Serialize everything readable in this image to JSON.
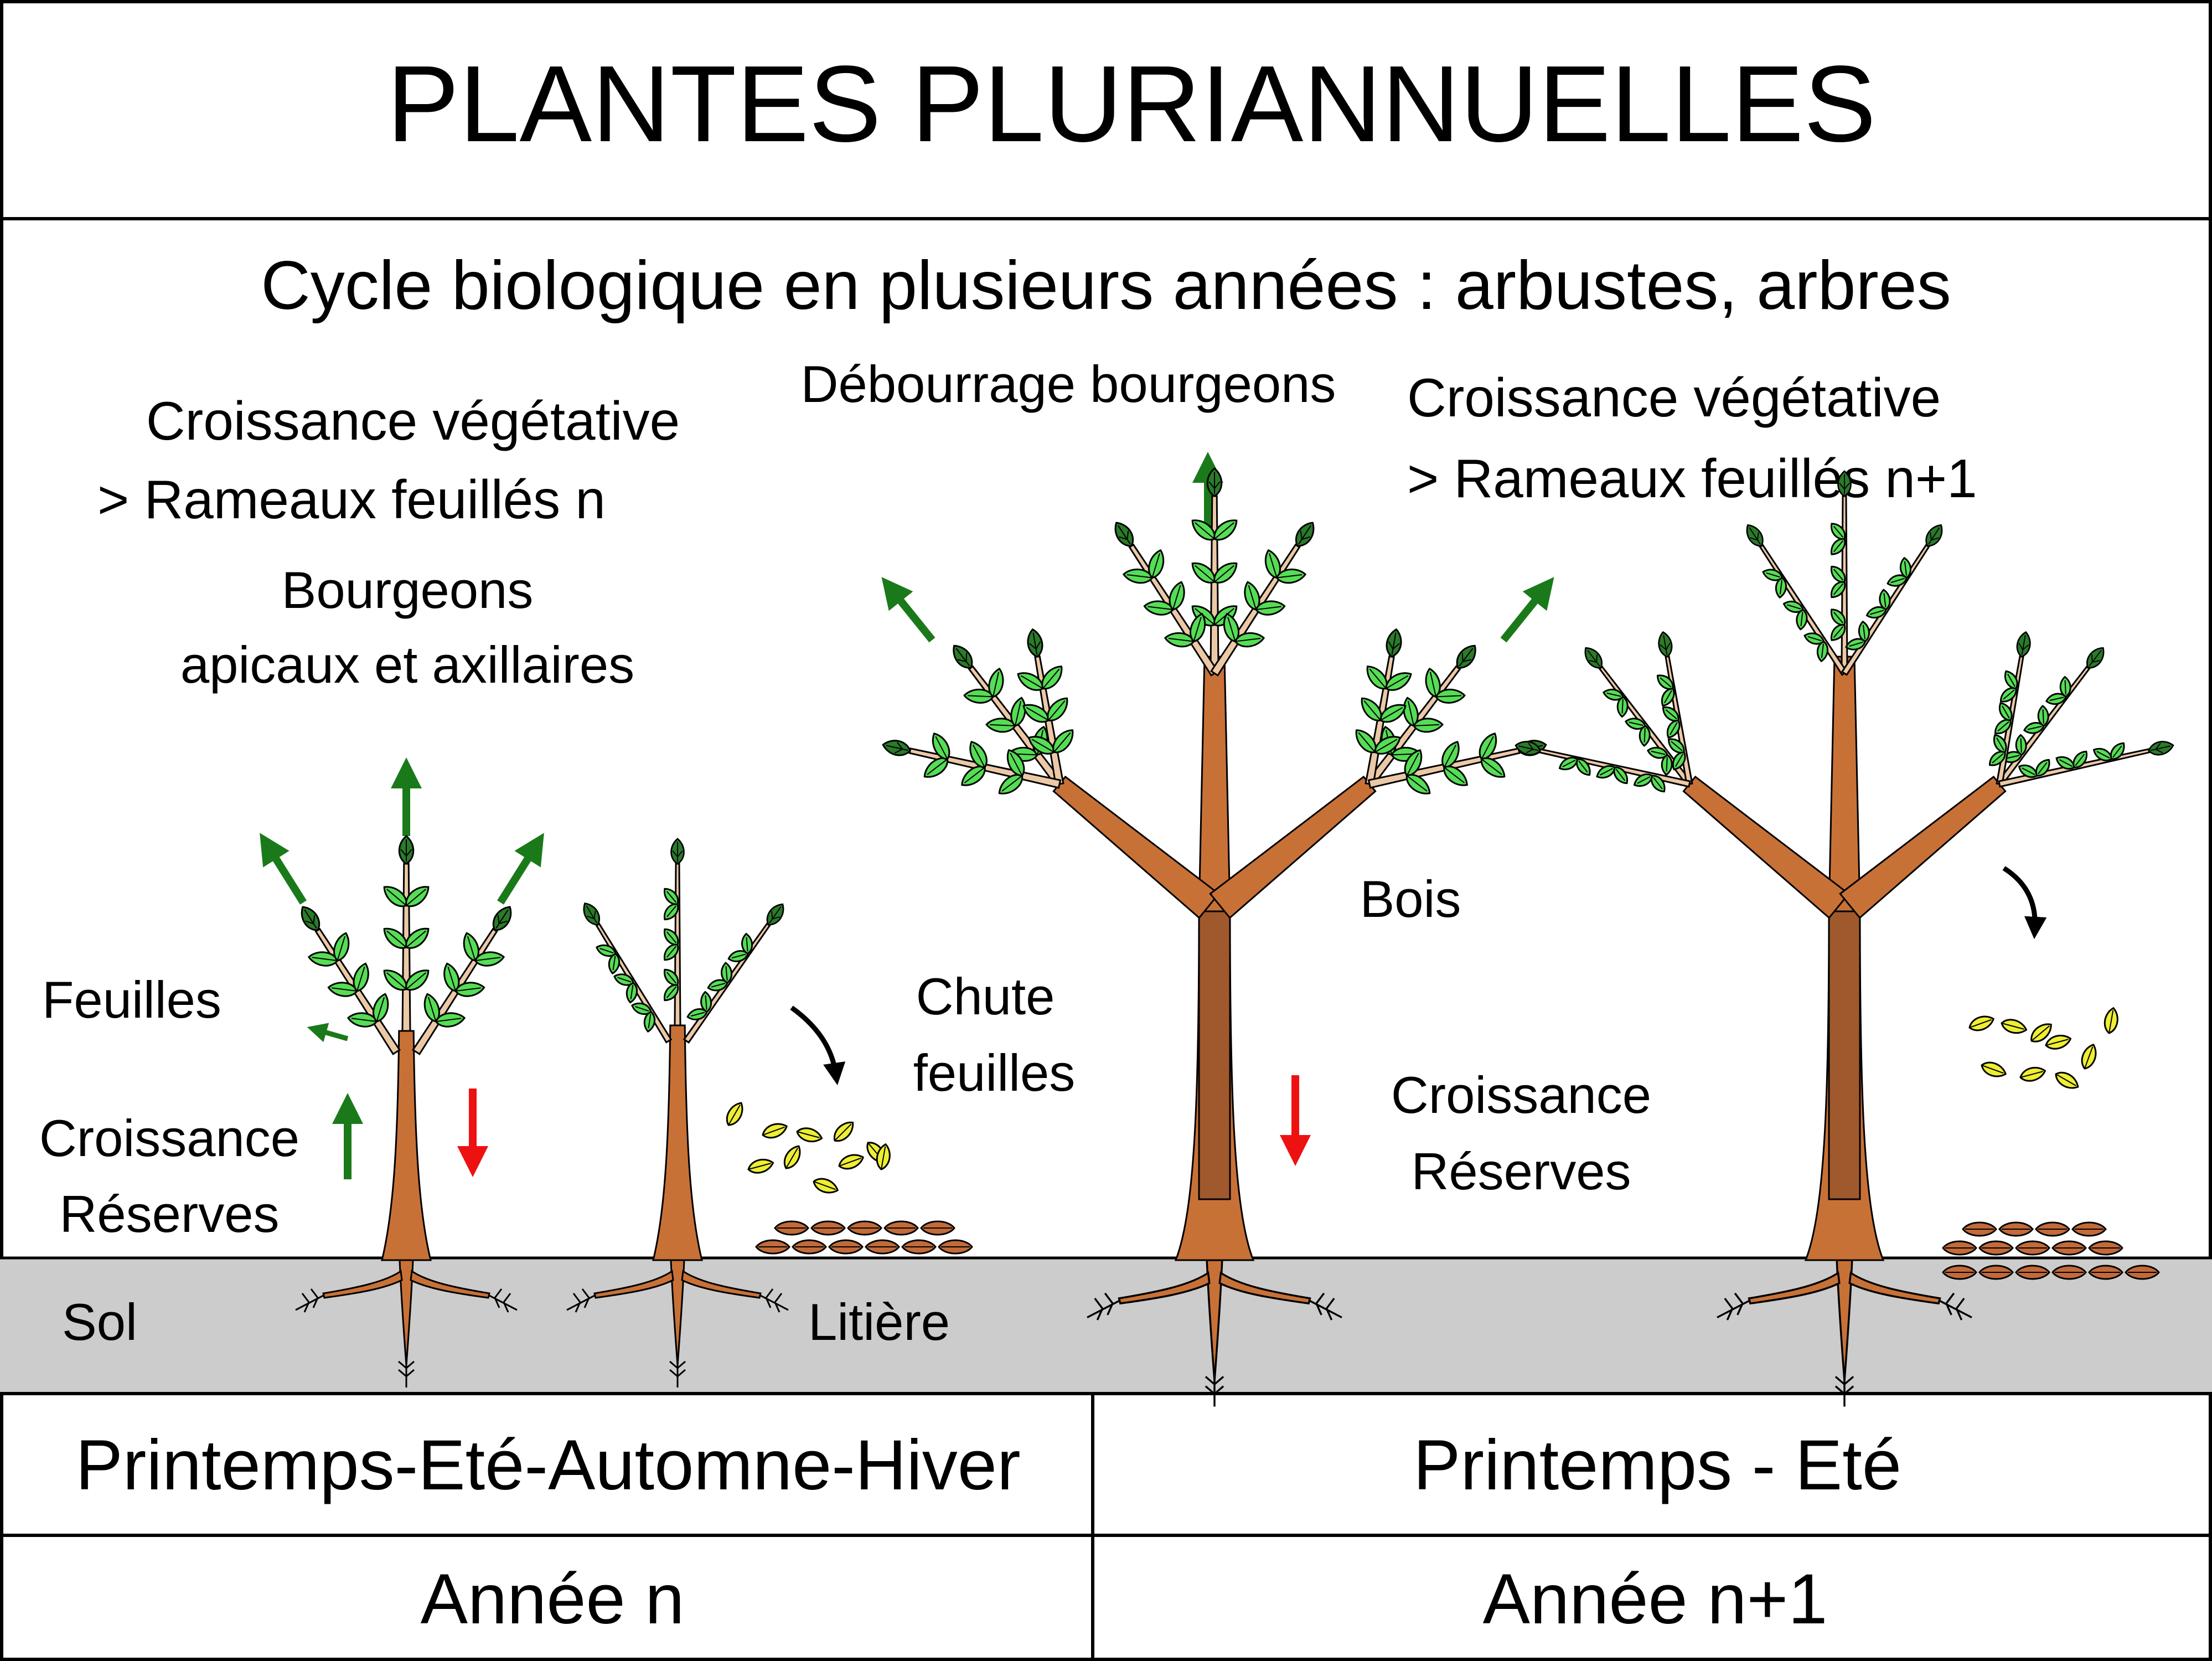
{
  "title": "PLANTES PLURIANNUELLES",
  "subtitle": "Cycle biologique en plusieurs années : arbustes, arbres",
  "labels": {
    "croissance_veg_n_line1": "Croissance végétative",
    "croissance_veg_n_line2": "> Rameaux feuillés n",
    "bourgeons_line1": "Bourgeons",
    "bourgeons_line2": "apicaux et axillaires",
    "feuilles": "Feuilles",
    "croissance_left": "Croissance",
    "reserves_left": "Réserves",
    "sol": "Sol",
    "litiere": "Litière",
    "chute_line1": "Chute",
    "chute_line2": "feuilles",
    "debourrage": "Débourrage bourgeons",
    "croissance_veg_n1_line1": "Croissance végétative",
    "croissance_veg_n1_line2": "> Rameaux feuillés n+1",
    "bois": "Bois",
    "croissance_right": "Croissance",
    "reserves_right": "Réserves"
  },
  "footer": {
    "season_left": "Printemps-Eté-Automne-Hiver",
    "season_right": "Printemps - Eté",
    "year_left": "Année n",
    "year_right": "Année n+1"
  },
  "colors": {
    "soil": "#cccccc",
    "trunk": "#c87137",
    "trunk_dark": "#a0592c",
    "leaf": "#55dd55",
    "bud": "#2a7a2a",
    "green_arrow": "#1a7a1a",
    "red_arrow": "#ee1111",
    "yellow_leaf": "#eeee33",
    "litter": "#c26a3a"
  }
}
